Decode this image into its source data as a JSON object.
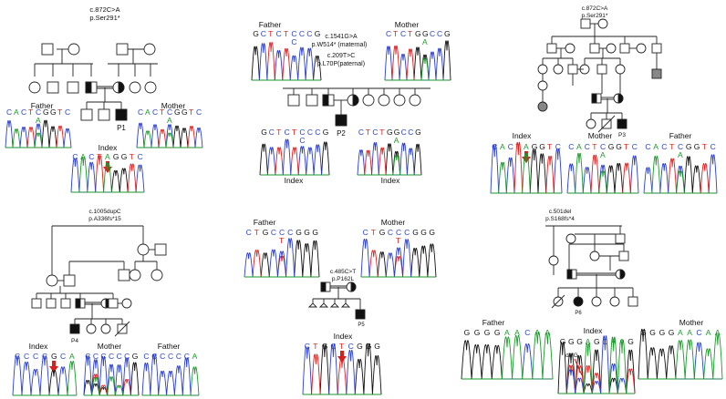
{
  "colors": {
    "A": "#1a9a2a",
    "C": "#2a3fd0",
    "G": "#111111",
    "T": "#e02020",
    "arrow": "#d62020",
    "het": "#111111"
  },
  "panels": {
    "p1": {
      "variant": "c.872C>A",
      "protein": "p.Ser291*",
      "father_label": "Father",
      "mother_label": "Mother",
      "index_label": "Index",
      "patient_id": "P1",
      "father_seq": "CACTCGGTC",
      "father_sub": "A",
      "mother_seq": "CACTCGGTC",
      "mother_sub": "A",
      "index_seq": "CACTAGGTC"
    },
    "p2": {
      "father_label": "Father",
      "mother_label": "Mother",
      "father_seq": "GCTCTCCCG",
      "father_sub": "C",
      "mother_seq": "CTCTGGCCG",
      "mother_sub": "A",
      "variant1": "c.1541G>A",
      "protein1": "p.W514* (maternal)",
      "variant2": "c.209T>C",
      "protein2": "p.L70P(paternal)",
      "patient_id": "P2",
      "index1_seq": "GCTCTCCCG",
      "index1_sub": "C",
      "index1_label": "Index",
      "index2_seq": "CTCTGGCCG",
      "index2_sub": "A",
      "index2_label": "Index"
    },
    "p3": {
      "variant": "c.872C>A",
      "protein": "p.Ser291*",
      "patient_id": "P3",
      "index_label": "Index",
      "mother_label": "Mother",
      "father_label": "Father",
      "index_seq": "CACTAGGTC",
      "mother_seq": "CACTCGGTC",
      "mother_sub": "A",
      "father_seq": "CACTCGGTC",
      "father_sub": "A"
    },
    "p4": {
      "variant": "c.1005dupC",
      "protein": "p.A336fs*15",
      "patient_id": "P4",
      "index_label": "Index",
      "mother_label": "Mother",
      "father_label": "Father",
      "index_seq": "CCCCGCA",
      "mother_seq": "CCCCCCG",
      "father_seq": "CCCCCCA"
    },
    "p5": {
      "father_label": "Father",
      "mother_label": "Mother",
      "father_seq": "CTGCCCGGG",
      "father_sub": "T",
      "mother_seq": "CTGCCCGGG",
      "mother_sub": "T",
      "variant": "c.485C>T",
      "protein": "p.P162L",
      "patient_id": "P5",
      "index_label": "Index",
      "index_seq": "CTGCTCGGG"
    },
    "p6": {
      "variant": "c.501del",
      "protein": "p.S168fs*4",
      "patient_id": "P6",
      "father_label": "Father",
      "mother_label": "Mother",
      "index_label": "Index",
      "father_seq": "GGGGAACAA",
      "mother_seq": "GGGGAACAA",
      "index_seq": "GGGAGCAAG",
      "del_label": "delG"
    }
  }
}
